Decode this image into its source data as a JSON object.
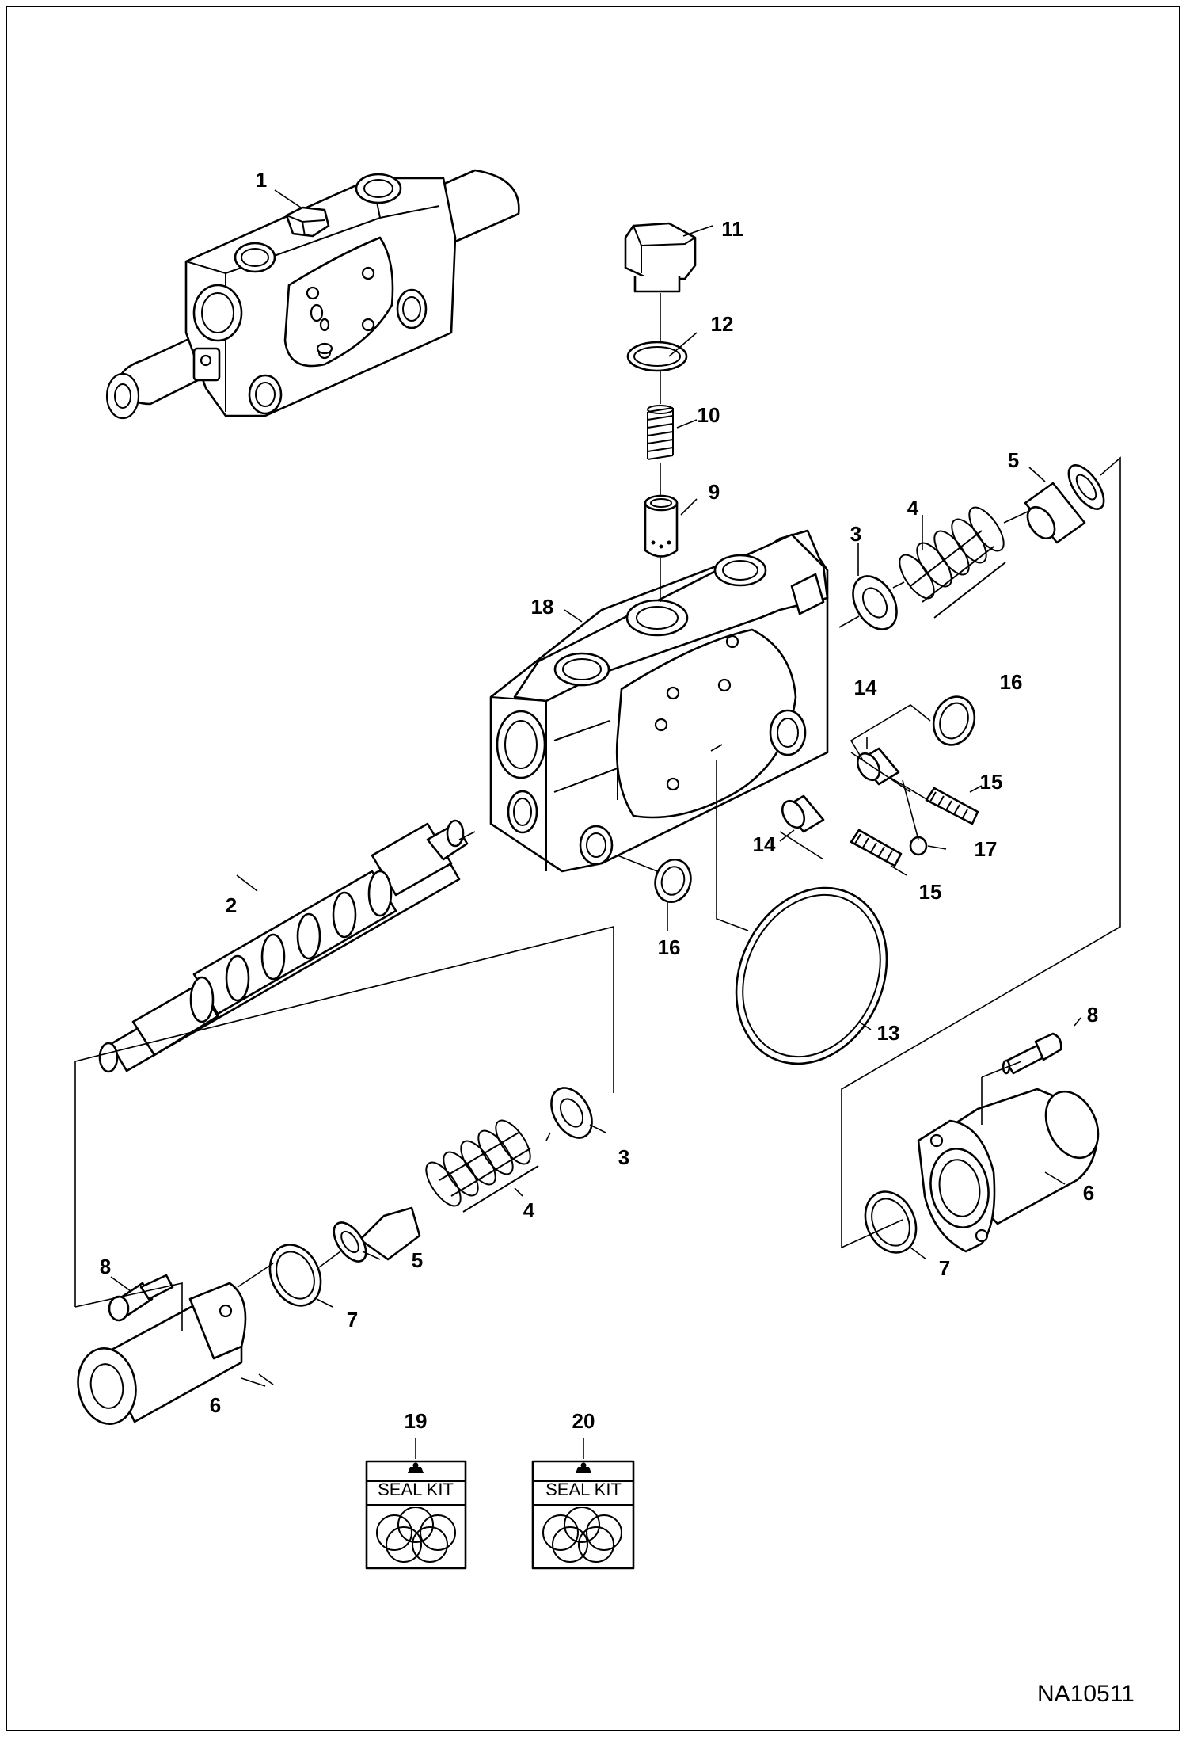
{
  "diagram": {
    "reference_code": "NA10511",
    "callouts": [
      {
        "id": "c1",
        "label": "1"
      },
      {
        "id": "c2",
        "label": "2"
      },
      {
        "id": "c3a",
        "label": "3"
      },
      {
        "id": "c3b",
        "label": "3"
      },
      {
        "id": "c4a",
        "label": "4"
      },
      {
        "id": "c4b",
        "label": "4"
      },
      {
        "id": "c5a",
        "label": "5"
      },
      {
        "id": "c5b",
        "label": "5"
      },
      {
        "id": "c6a",
        "label": "6"
      },
      {
        "id": "c6b",
        "label": "6"
      },
      {
        "id": "c7a",
        "label": "7"
      },
      {
        "id": "c7b",
        "label": "7"
      },
      {
        "id": "c8a",
        "label": "8"
      },
      {
        "id": "c8b",
        "label": "8"
      },
      {
        "id": "c9",
        "label": "9"
      },
      {
        "id": "c10",
        "label": "10"
      },
      {
        "id": "c11",
        "label": "11"
      },
      {
        "id": "c12",
        "label": "12"
      },
      {
        "id": "c13",
        "label": "13"
      },
      {
        "id": "c14a",
        "label": "14"
      },
      {
        "id": "c14b",
        "label": "14"
      },
      {
        "id": "c15a",
        "label": "15"
      },
      {
        "id": "c15b",
        "label": "15"
      },
      {
        "id": "c16a",
        "label": "16"
      },
      {
        "id": "c16b",
        "label": "16"
      },
      {
        "id": "c17",
        "label": "17"
      },
      {
        "id": "c18",
        "label": "18"
      },
      {
        "id": "c19",
        "label": "19"
      },
      {
        "id": "c20",
        "label": "20"
      }
    ],
    "seal_kits": [
      {
        "number": "19",
        "label": "SEAL KIT"
      },
      {
        "number": "20",
        "label": "SEAL KIT"
      }
    ]
  }
}
